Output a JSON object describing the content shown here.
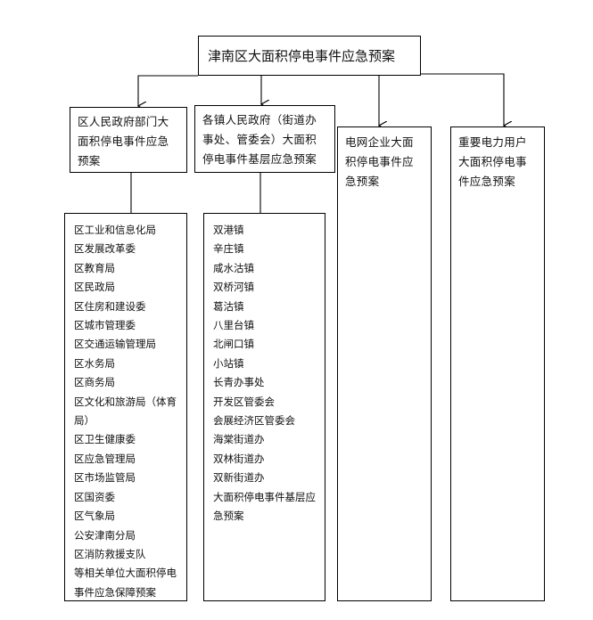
{
  "title": "津南区大面积停电事件应急预案",
  "branches": [
    {
      "label": "区人民政府部门大面积停电事件应急预案"
    },
    {
      "label": "各镇人民政府（街道办事处、管委会）大面积停电事件基层应急预案"
    },
    {
      "label": "电网企业大面积停电事件应急预案"
    },
    {
      "label": "重要电力用户大面积停电事件应急预案"
    }
  ],
  "dept_list": [
    "区工业和信息化局",
    "区发展改革委",
    "区教育局",
    "区民政局",
    "区住房和建设委",
    "区城市管理委",
    "区交通运输管理局",
    "区水务局",
    "区商务局",
    "区文化和旅游局（体育局）",
    "区卫生健康委",
    "区应急管理局",
    "区市场监管局",
    "区国资委",
    "区气象局",
    "公安津南分局",
    "区消防救援支队",
    "等相关单位大面积停电事件应急保障预案"
  ],
  "town_list": [
    "双港镇",
    "辛庄镇",
    "咸水沽镇",
    "双桥河镇",
    "葛沽镇",
    "八里台镇",
    "北闸口镇",
    "小站镇",
    "长青办事处",
    "开发区管委会",
    "会展经济区管委会",
    "海棠街道办",
    "双林街道办",
    "双新街道办",
    "大面积停电事件基层应急预案"
  ]
}
